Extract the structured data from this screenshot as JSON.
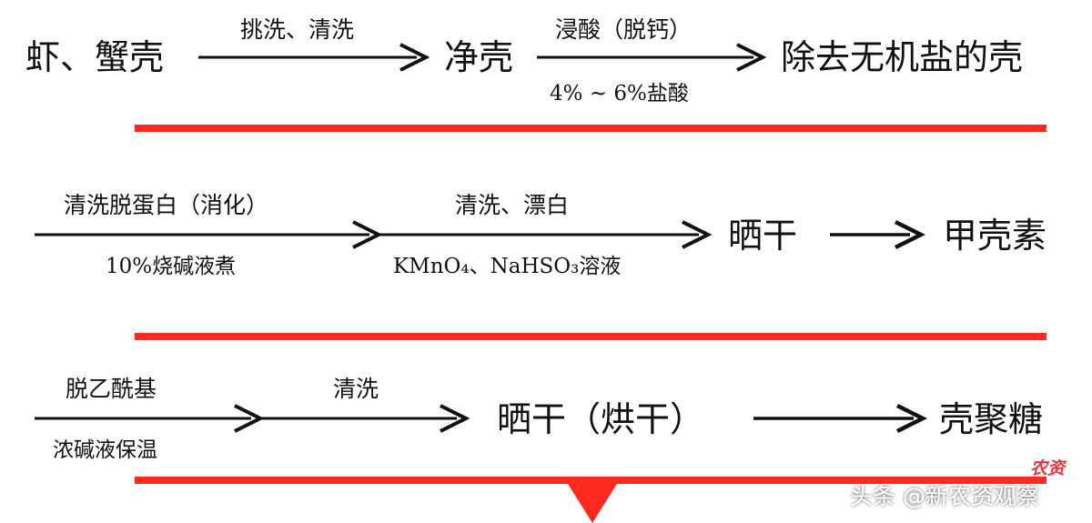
{
  "diagram": {
    "rows": [
      {
        "nodes": [
          "虾、蟹壳",
          "净壳",
          "除去无机盐的壳"
        ],
        "arrows": [
          {
            "above": "挑洗、清洗",
            "below": ""
          },
          {
            "above": "浸酸（脱钙）",
            "below": "4% ~ 6%盐酸"
          }
        ]
      },
      {
        "nodes": [
          "晒干",
          "甲壳素"
        ],
        "arrows": [
          {
            "above": "清洗脱蛋白（消化）",
            "below": "10%烧碱液煮"
          },
          {
            "above": "清洗、漂白",
            "below": "KMnO₄、NaHSO₃溶液"
          },
          {
            "above": "",
            "below": ""
          }
        ]
      },
      {
        "nodes": [
          "晒干（烘干）",
          "壳聚糖"
        ],
        "arrows": [
          {
            "above": "脱乙酰基",
            "below": "浓碱液保温"
          },
          {
            "above": "清洗",
            "below": ""
          },
          {
            "above": "",
            "below": ""
          }
        ]
      }
    ]
  },
  "watermark": {
    "text": "头条 @新农资观察",
    "badge": "农资"
  },
  "colors": {
    "divider": "#ff2a1f",
    "ink": "#111111",
    "watermark": "#ffffff",
    "badge": "#e8353f"
  }
}
